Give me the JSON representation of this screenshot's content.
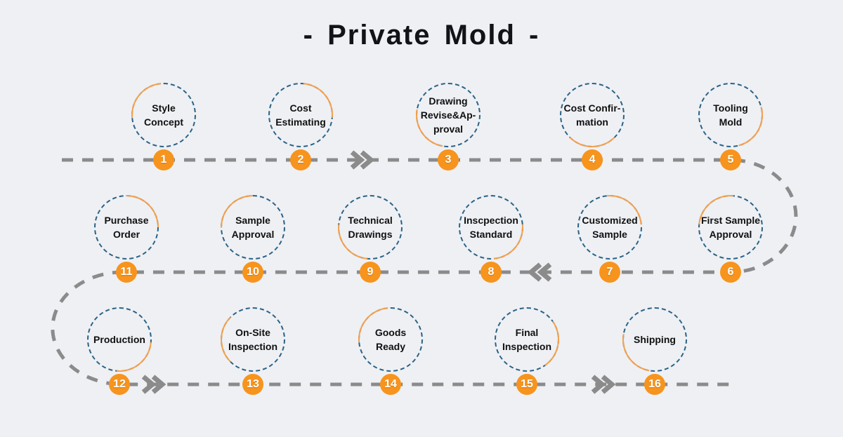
{
  "title": "- Private Mold -",
  "colors": {
    "background": "#eef0f4",
    "badge_orange": "#f7941d",
    "arc_orange": "#f5a04a",
    "circle_dash_blue": "#2a6285",
    "line_gray": "#8b8b8b",
    "text_black": "#101010"
  },
  "steps": [
    {
      "number": "1",
      "label": "Style\nConcept"
    },
    {
      "number": "2",
      "label": "Cost\nEstimating"
    },
    {
      "number": "3",
      "label": "Drawing\nRevise&Ap-\nproval"
    },
    {
      "number": "4",
      "label": "Cost Confir-\nmation"
    },
    {
      "number": "5",
      "label": "Tooling\nMold"
    },
    {
      "number": "6",
      "label": "First Sample\nApproval"
    },
    {
      "number": "7",
      "label": "Customized\nSample"
    },
    {
      "number": "8",
      "label": "Inscpection\nStandard"
    },
    {
      "number": "9",
      "label": "Technical\nDrawings"
    },
    {
      "number": "10",
      "label": "Sample\nApproval"
    },
    {
      "number": "11",
      "label": "Purchase\nOrder"
    },
    {
      "number": "12",
      "label": "Production"
    },
    {
      "number": "13",
      "label": "On-Site\nInspection"
    },
    {
      "number": "14",
      "label": "Goods\nReady"
    },
    {
      "number": "15",
      "label": "Final\nInspection"
    },
    {
      "number": "16",
      "label": "Shipping"
    }
  ]
}
